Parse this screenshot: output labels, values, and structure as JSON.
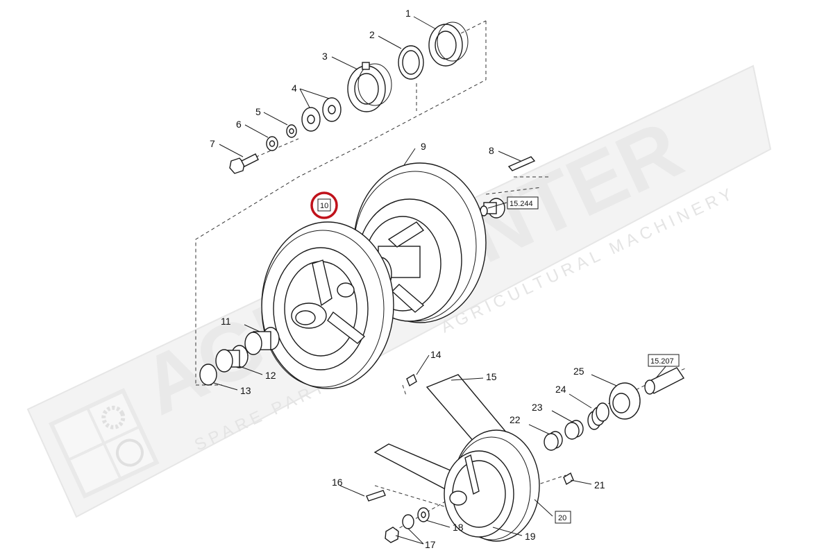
{
  "watermark": {
    "brand": "AGROCENTER",
    "tagline": "SPARE PARTS",
    "tagline2": "AGRICULTURAL MACHINERY"
  },
  "callouts": [
    {
      "id": "c1",
      "label": "1"
    },
    {
      "id": "c2",
      "label": "2"
    },
    {
      "id": "c3",
      "label": "3"
    },
    {
      "id": "c4",
      "label": "4"
    },
    {
      "id": "c5",
      "label": "5"
    },
    {
      "id": "c6",
      "label": "6"
    },
    {
      "id": "c7",
      "label": "7"
    },
    {
      "id": "c8",
      "label": "8"
    },
    {
      "id": "c9",
      "label": "9"
    },
    {
      "id": "c11",
      "label": "11"
    },
    {
      "id": "c12",
      "label": "12"
    },
    {
      "id": "c13",
      "label": "13"
    },
    {
      "id": "c14",
      "label": "14"
    },
    {
      "id": "c15",
      "label": "15"
    },
    {
      "id": "c16",
      "label": "16"
    },
    {
      "id": "c17",
      "label": "17"
    },
    {
      "id": "c18",
      "label": "18"
    },
    {
      "id": "c19",
      "label": "19"
    },
    {
      "id": "c21",
      "label": "21"
    },
    {
      "id": "c22",
      "label": "22"
    },
    {
      "id": "c23",
      "label": "23"
    },
    {
      "id": "c24",
      "label": "24"
    },
    {
      "id": "c25",
      "label": "25"
    }
  ],
  "boxed_labels": {
    "part10": "10",
    "part20": "20",
    "ref_15_244": "15.244",
    "ref_15_207": "15.207"
  },
  "highlight": {
    "part": "10",
    "color": "#c0121b"
  }
}
